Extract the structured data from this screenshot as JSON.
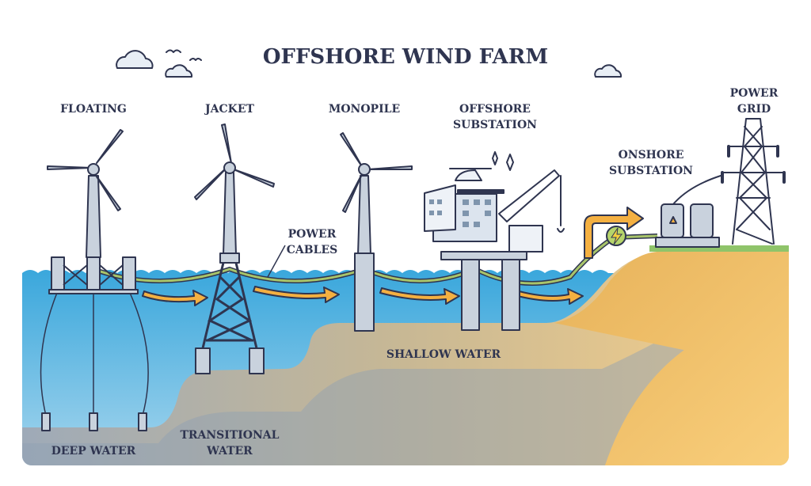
{
  "title": "OFFSHORE WIND FARM",
  "labels": {
    "floating": "FLOATING",
    "jacket": "JACKET",
    "monopile": "MONOPILE",
    "offshore_substation": [
      "OFFSHORE",
      "SUBSTATION"
    ],
    "power_grid": [
      "POWER",
      "GRID"
    ],
    "onshore_substation": [
      "ONSHORE",
      "SUBSTATION"
    ],
    "power_cables": [
      "POWER",
      "CABLES"
    ],
    "shallow_water": "SHALLOW WATER",
    "deep_water": "DEEP WATER",
    "transitional_water": [
      "TRANSITIONAL",
      "WATER"
    ]
  },
  "colors": {
    "outline": "#2f3550",
    "water": "#3aa7dc",
    "seabed": "#b9b39a",
    "land": "#f6c86e",
    "arrow": "#f4b041",
    "cable": "#a8c46a",
    "metal": "#c9d2dd"
  }
}
